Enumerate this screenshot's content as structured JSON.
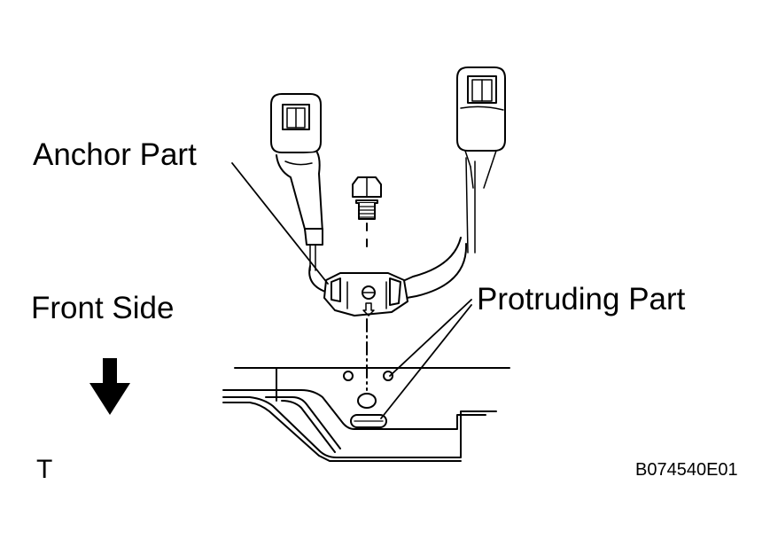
{
  "labels": {
    "anchor_part": "Anchor Part",
    "front_side": "Front Side",
    "protruding_part": "Protruding Part",
    "corner_mark": "T",
    "figure_code": "B074540E01"
  },
  "icons": {
    "direction_arrow": "down-arrow-icon"
  },
  "colors": {
    "line": "#000000",
    "background": "#ffffff"
  }
}
